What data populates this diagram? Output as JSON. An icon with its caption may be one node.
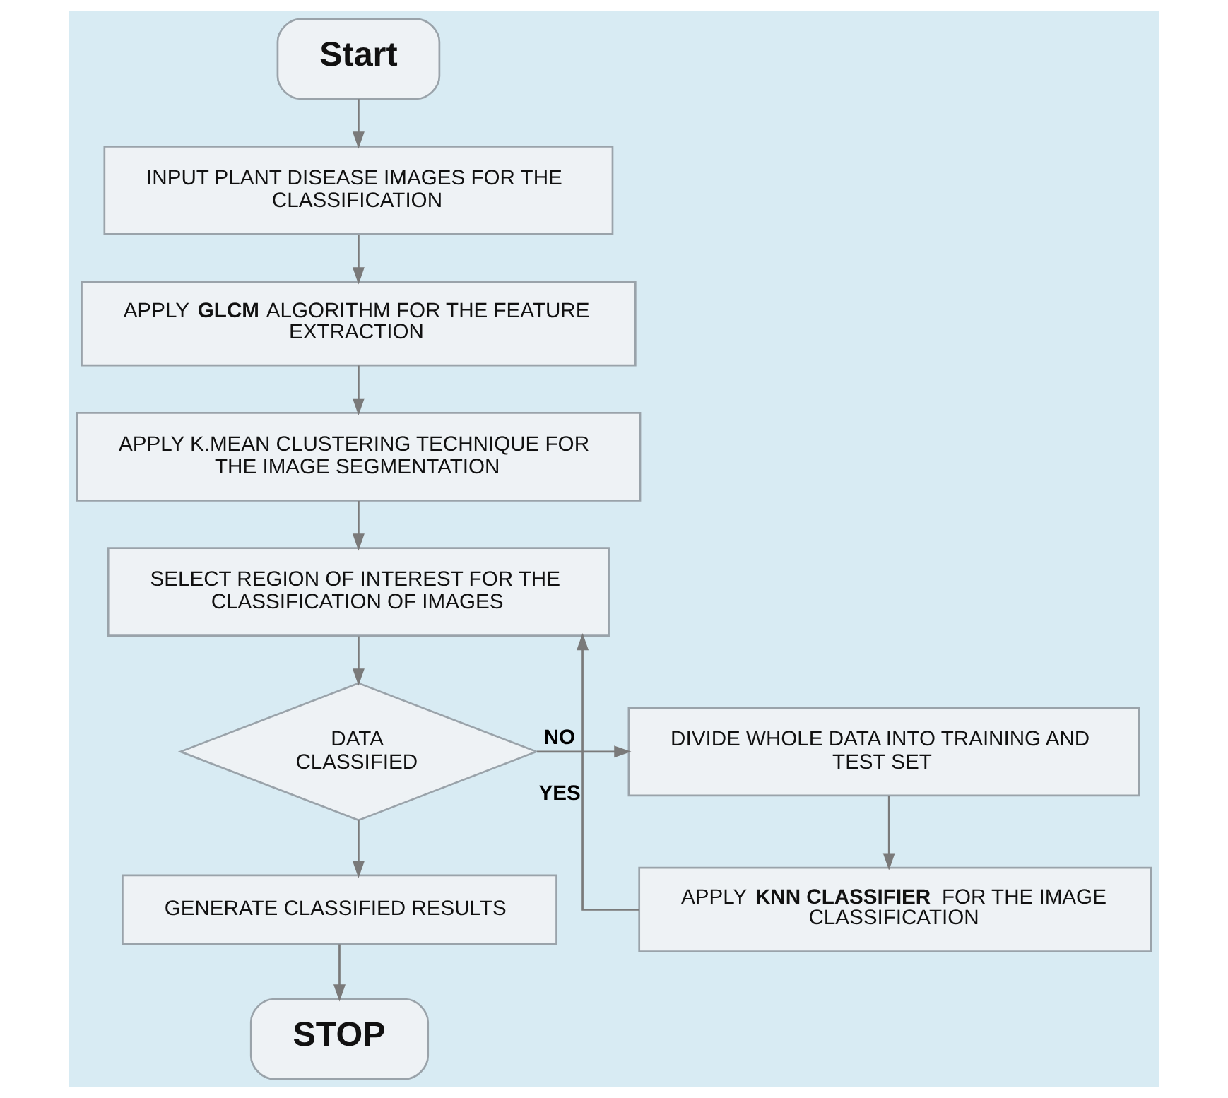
{
  "diagram": {
    "nodes": [
      {
        "text": [
          "Start"
        ]
      },
      {
        "text": [
          "INPUT PLANT DISEASE IMAGES FOR THE CLASSIFICATION"
        ]
      },
      {
        "text": [
          "APPLY **GLCM** ALGORITHM FOR THE FEATURE EXTRACTION"
        ]
      },
      {
        "text": [
          "APPLY K.MEAN CLUSTERING TECHNIQUE FOR THE IMAGE SEGMENTATION"
        ]
      },
      {
        "text": [
          "SELECT REGION OF INTEREST FOR THE CLASSIFICATION OF IMAGES"
        ]
      },
      {
        "text": [
          "DATA CLASSIFIED"
        ]
      },
      {
        "text": [
          "DIVIDE WHOLE DATA INTO TRAINING AND TEST SET"
        ]
      },
      {
        "text": [
          "APPLY **KNN CLASSIFIER** FOR THE IMAGE CLASSIFICATION"
        ]
      },
      {
        "text": [
          "GENERATE CLASSIFIED RESULTS"
        ]
      },
      {
        "text": [
          "STOP"
        ]
      }
    ],
    "edges": [
      {
        "from": 0,
        "to": 1,
        "arrow": "to"
      },
      {
        "from": 1,
        "to": 2,
        "arrow": "to"
      },
      {
        "from": 2,
        "to": 3,
        "arrow": "to"
      },
      {
        "from": 3,
        "to": 4,
        "arrow": "to"
      },
      {
        "from": 4,
        "to": 5,
        "arrow": "to"
      },
      {
        "from": 5,
        "to": 6,
        "label": "NO",
        "arrow": "to"
      },
      {
        "from": 6,
        "to": 7,
        "arrow": "to"
      },
      {
        "from": 7,
        "to": 4,
        "label": "YES",
        "arrow": "to"
      },
      {
        "from": 5,
        "to": 8,
        "arrow": "to"
      },
      {
        "from": 8,
        "to": 9,
        "arrow": "to"
      }
    ]
  }
}
